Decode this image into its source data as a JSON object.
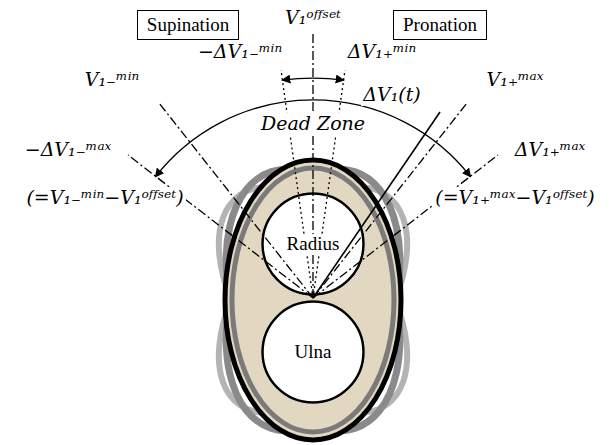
{
  "diagram": {
    "nodes": [
      {
        "text": [
          "Supination"
        ]
      },
      {
        "text": [
          "Pronation"
        ]
      },
      {
        "text": [
          "Radius"
        ]
      },
      {
        "text": [
          "Ulna"
        ]
      }
    ],
    "labels": [
      "V₁ᵒᶠᶠˢᵉᵗ",
      "V₁₋ᵐⁱⁿ",
      "−ΔV₁₋ᵐⁱⁿ",
      "ΔV₁₊ᵐⁱⁿ",
      "V₁₊ᵐᵃˣ",
      "ΔV₁(t)",
      "Dead Zone",
      "−ΔV₁₋ᵐᵃˣ",
      "(=V₁₋ᵐⁱⁿ−V₁ᵒᶠᶠˢᵉᵗ)",
      "ΔV₁₊ᵐᵃˣ",
      "(=V₁₊ᵐᵃˣ−V₁ᵒᶠᶠˢᵉᵗ)"
    ]
  }
}
